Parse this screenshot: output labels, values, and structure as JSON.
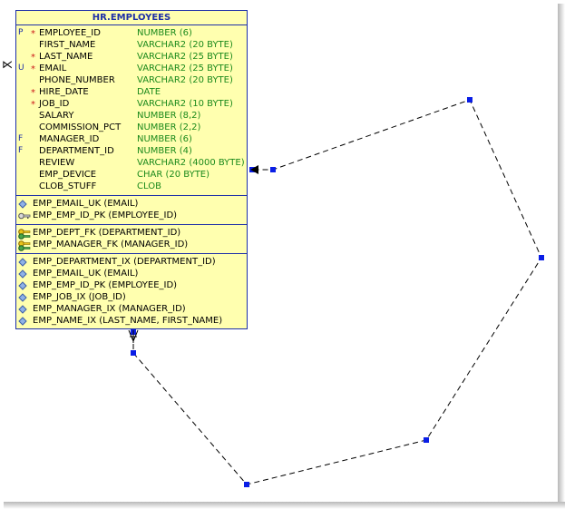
{
  "table": {
    "title": "HR.EMPLOYEES",
    "columns": [
      {
        "flag": "P",
        "required": true,
        "name": "EMPLOYEE_ID",
        "type": "NUMBER (6)"
      },
      {
        "flag": "",
        "required": false,
        "name": "FIRST_NAME",
        "type": "VARCHAR2 (20 BYTE)"
      },
      {
        "flag": "",
        "required": true,
        "name": "LAST_NAME",
        "type": "VARCHAR2 (25 BYTE)"
      },
      {
        "flag": "U",
        "required": true,
        "name": "EMAIL",
        "type": "VARCHAR2 (25 BYTE)"
      },
      {
        "flag": "",
        "required": false,
        "name": "PHONE_NUMBER",
        "type": "VARCHAR2 (20 BYTE)"
      },
      {
        "flag": "",
        "required": true,
        "name": "HIRE_DATE",
        "type": "DATE"
      },
      {
        "flag": "",
        "required": true,
        "name": "JOB_ID",
        "type": "VARCHAR2 (10 BYTE)"
      },
      {
        "flag": "",
        "required": false,
        "name": "SALARY",
        "type": "NUMBER (8,2)"
      },
      {
        "flag": "",
        "required": false,
        "name": "COMMISSION_PCT",
        "type": "NUMBER (2,2)"
      },
      {
        "flag": "F",
        "required": false,
        "name": "MANAGER_ID",
        "type": "NUMBER (6)"
      },
      {
        "flag": "F",
        "required": false,
        "name": "DEPARTMENT_ID",
        "type": "NUMBER (4)"
      },
      {
        "flag": "",
        "required": false,
        "name": "REVIEW",
        "type": "VARCHAR2 (4000 BYTE)"
      },
      {
        "flag": "",
        "required": false,
        "name": "EMP_DEVICE",
        "type": "CHAR (20 BYTE)"
      },
      {
        "flag": "",
        "required": false,
        "name": "CLOB_STUFF",
        "type": "CLOB"
      }
    ],
    "unique_keys": [
      {
        "icon": "unique-key-icon",
        "text": "EMP_EMAIL_UK (EMAIL)"
      },
      {
        "icon": "primary-key-icon",
        "text": "EMP_EMP_ID_PK (EMPLOYEE_ID)"
      }
    ],
    "foreign_keys": [
      {
        "icon": "foreign-key-icon",
        "text": "EMP_DEPT_FK (DEPARTMENT_ID)"
      },
      {
        "icon": "foreign-key-icon",
        "text": "EMP_MANAGER_FK (MANAGER_ID)"
      }
    ],
    "indexes": [
      {
        "icon": "index-icon",
        "text": "EMP_DEPARTMENT_IX (DEPARTMENT_ID)"
      },
      {
        "icon": "index-icon",
        "text": "EMP_EMAIL_UK (EMAIL)"
      },
      {
        "icon": "index-icon",
        "text": "EMP_EMP_ID_PK (EMPLOYEE_ID)"
      },
      {
        "icon": "index-icon",
        "text": "EMP_JOB_IX (JOB_ID)"
      },
      {
        "icon": "index-icon",
        "text": "EMP_MANAGER_IX (MANAGER_ID)"
      },
      {
        "icon": "index-icon",
        "text": "EMP_NAME_IX (LAST_NAME, FIRST_NAME)"
      }
    ]
  },
  "required_marker": "*",
  "colors": {
    "border": "#1d2fa8",
    "fill": "#ffffaf",
    "column_name": "#000000",
    "column_type": "#1c8a1c",
    "required": "#cc1a1a",
    "handle": "#0a1ee6"
  },
  "relationship": {
    "type": "self-referencing foreign key",
    "icons": [
      "crow-foot-many-icon",
      "arrowhead-icon"
    ]
  }
}
